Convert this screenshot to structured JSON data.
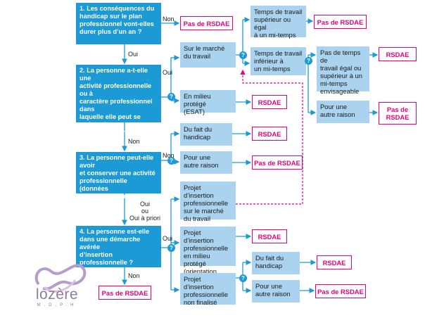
{
  "questions": {
    "q1": "1. Les conséquences du\nhandicap sur le plan\nprofessionnel vont-elles\ndurer plus d’un an ?",
    "q2": "2. La personne a-t-elle une\nactivité professionnelle ou à\ncaractère professionnel dans\nlaquelle elle peut se maintenir\n(éventuellement avec un\naménagement de poste) ?",
    "q3": "3. La personne peut-elle avoir\net conserver une activité\nprofessionnelle (données\nmédicales et emploi) ?",
    "q4": "4. La personne est-elle\ndans une démarche avérée\nd’insertion professionnelle ?"
  },
  "boxes": {
    "marche_travail": "Sur le marché\ndu travail",
    "milieu_protege": "En milieu protégé\n(ESAT)",
    "fait_handicap_1": "Du fait du\nhandicap",
    "autre_raison_1": "Pour une\nautre raison",
    "projet_marche": "Projet d’insertion\nprofessionnelle\nsur le marché\ndu travail",
    "projet_protege": "Projet d’insertion\nprofessionnelle\nen milieu protégé\n(orientation Esat)",
    "projet_non_finalise": "Projet d’insertion\nprofessionnelle\nnon finalisé",
    "fait_handicap_2": "Du fait du\nhandicap",
    "autre_raison_2": "Pour une\nautre raison",
    "temps_sup": "Temps de travail\nsupérieur ou égal\nà un mi-temps",
    "temps_inf": "Temps de travail\ninférieur à\nun mi-temps",
    "pas_temps": "Pas de temps de\ntravail égal ou\nsupérieur à un\nmi-temps\nenvisageable",
    "autre_raison_3": "Pour une\nautre raison"
  },
  "outcomes": {
    "pas_rsdae": "Pas de RSDAE",
    "rsdae": "RSDAE"
  },
  "labels": {
    "non": "Non",
    "oui": "Oui",
    "oui_ou_apriori": "Oui\nou\nOui à priori",
    "question_mark": "?"
  },
  "logo": {
    "name": "lozère",
    "sub": "M.D.P.H"
  },
  "colors": {
    "question_bg": "#1c9ad6",
    "box_bg": "#a9d3ee",
    "outcome": "#e5007e",
    "line": "#1c9ad6",
    "logo": "#8e7b9b"
  }
}
